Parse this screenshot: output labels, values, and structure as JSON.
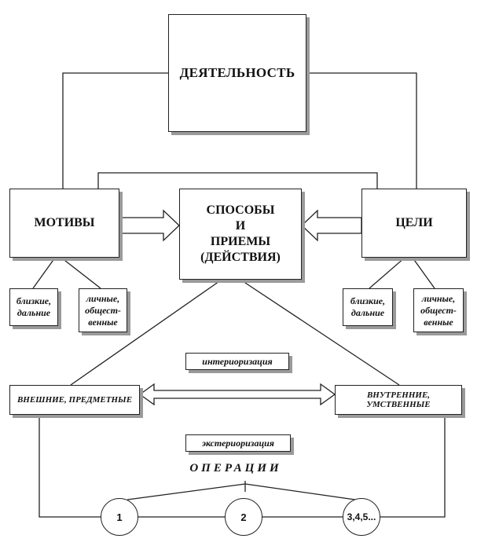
{
  "diagram": {
    "activity": "ДЕЯТЕЛЬНОСТЬ",
    "motives": "МОТИВЫ",
    "methods_lines": [
      "СПОСОБЫ",
      "И",
      "ПРИЕМЫ",
      "(ДЕЙСТВИЯ)"
    ],
    "goals": "ЦЕЛИ",
    "motive_types": [
      {
        "lines": [
          "близкие,",
          "дальние"
        ]
      },
      {
        "lines": [
          "личные,",
          "общест-",
          "венные"
        ]
      }
    ],
    "goal_types": [
      {
        "lines": [
          "близкие,",
          "дальние"
        ]
      },
      {
        "lines": [
          "личные,",
          "общест-",
          "венные"
        ]
      }
    ],
    "interiorization": "интериоризация",
    "external": "ВНЕШНИЕ, ПРЕДМЕТНЫЕ",
    "internal": "ВНУТРЕННИЕ, УМСТВЕННЫЕ",
    "exteriorization": "экстериоризация",
    "operations": "ОПЕРАЦИИ",
    "operation_nodes": [
      "1",
      "2",
      "3,4,5..."
    ]
  }
}
